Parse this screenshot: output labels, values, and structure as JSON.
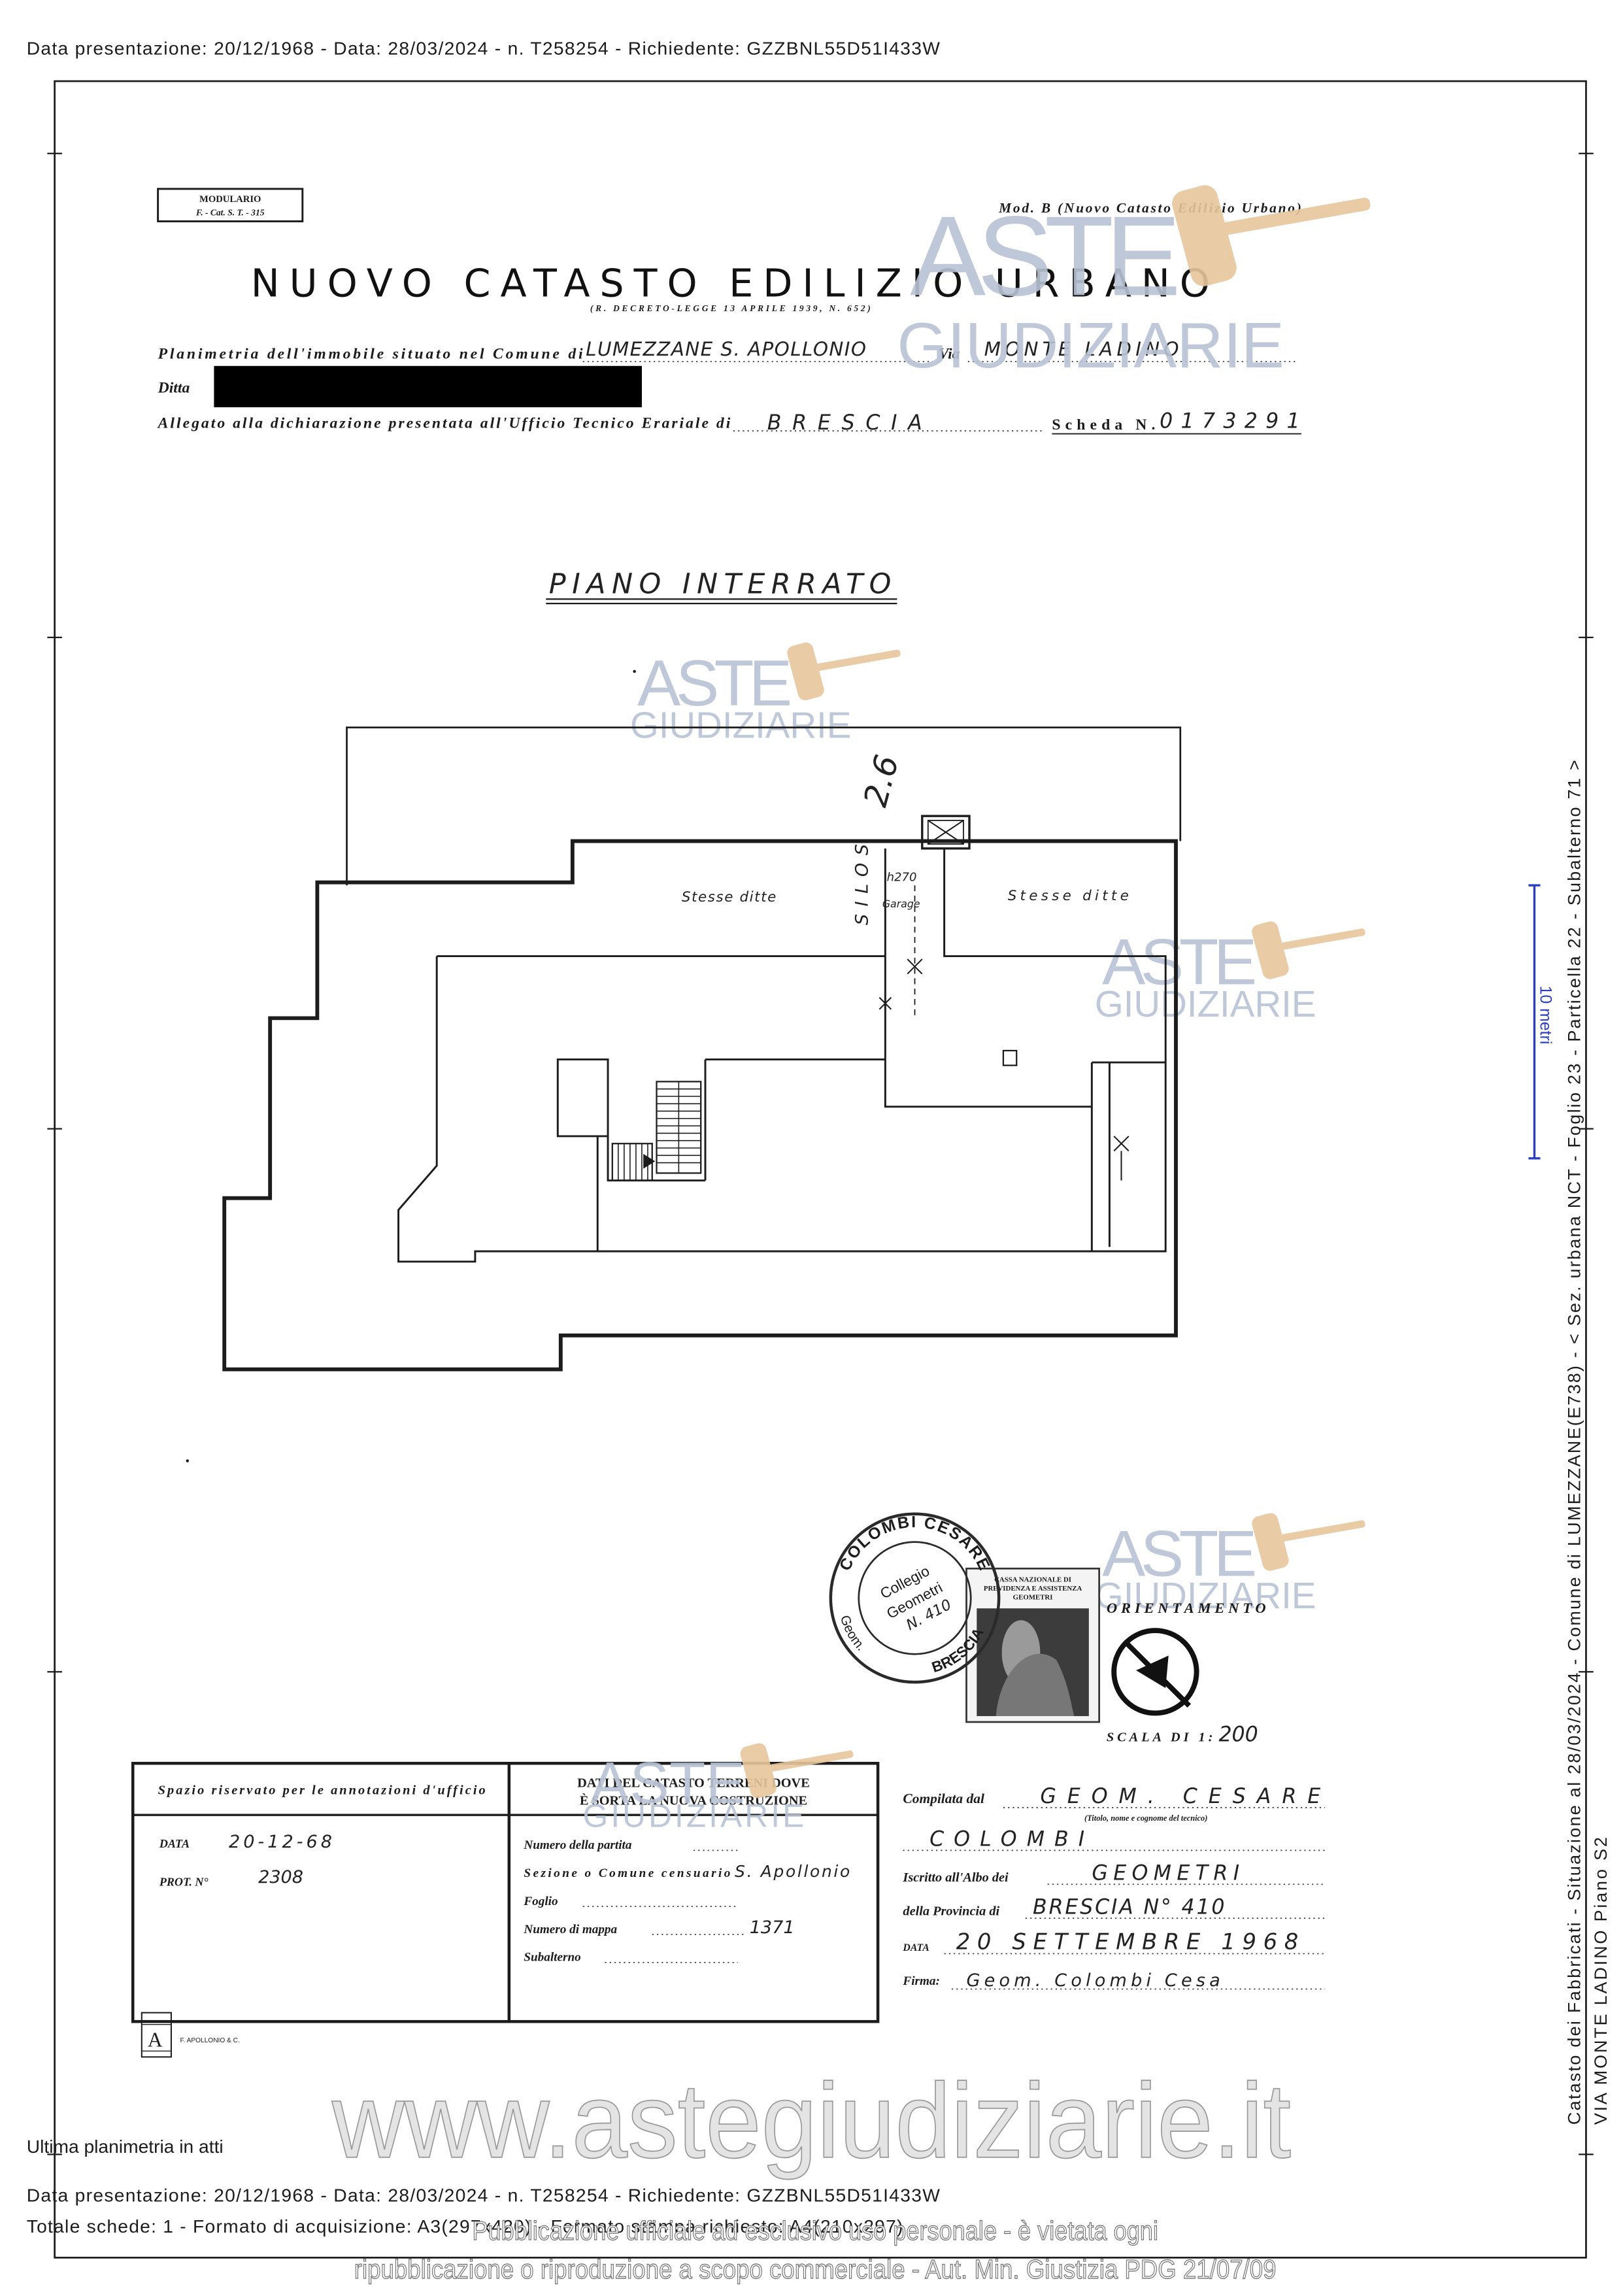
{
  "header": {
    "presentation_line": "Data presentazione: 20/12/1968 - Data: 28/03/2024 - n. T258254 - Richiedente: GZZBNL55D51I433W"
  },
  "form": {
    "modulario": "MODULARIO",
    "modulario_code": "F. - Cat. S. T. - 315",
    "model": "Mod. B (Nuovo Catasto Edilizio Urbano)",
    "title": "NUOVO CATASTO EDILIZIO URBANO",
    "decree": "(R. DECRETO-LEGGE 13 APRILE 1939, N. 652)",
    "planimetria_label": "Planimetria dell'immobile situato nel Comune di",
    "comune": "LUMEZZANE S. APOLLONIO",
    "via_label": "Via",
    "via": "MONTE LADINO",
    "ditta_label": "Ditta",
    "allegato_label": "Allegato alla dichiarazione presentata all'Ufficio Tecnico Erariale di",
    "ufficio": "BRESCIA",
    "scheda_label": "Scheda N.",
    "scheda_number": "0173291"
  },
  "plan": {
    "floor_title": "PIANO INTERRATO",
    "label_left": "Stesse ditte",
    "label_right": "Stesse ditte",
    "label_dimension": "2.6",
    "label_silos": "SILOS",
    "label_height": "h270",
    "label_garage": "Garage"
  },
  "stamp": {
    "ring_top": "COLOMBI CESARE",
    "ring_left": "Geom.",
    "ring_bottom": "BRESCIA",
    "center_line1": "Collegio",
    "center_line2": "Geometri",
    "center_line3": "N. 410",
    "tax_line1": "CASSA NAZIONALE DI",
    "tax_line2": "PREVIDENZA E ASSISTENZA",
    "tax_line3": "GEOMETRI"
  },
  "orientation": {
    "label": "ORIENTAMENTO",
    "scale_label": "SCALA DI 1:",
    "scale_value": "200"
  },
  "office": {
    "header": "Spazio riservato per le annotazioni d'ufficio",
    "date_label": "DATA",
    "date_value": "20-12-68",
    "prot_label": "PROT. N°",
    "prot_value": "2308"
  },
  "terreni": {
    "header_line1": "DATI DEL CATASTO TERRENI DOVE",
    "header_line2": "È SORTA LA NUOVA COSTRUZIONE",
    "rows": [
      {
        "label": "Numero della partita",
        "value": ""
      },
      {
        "label": "Sezione o Comune censuario",
        "value": "S. Apollonio"
      },
      {
        "label": "Foglio",
        "value": ""
      },
      {
        "label": "Numero di mappa",
        "value": "1371"
      },
      {
        "label": "Subalterno",
        "value": ""
      }
    ]
  },
  "technician": {
    "compiled_label": "Compilata dal",
    "compiled_value": "GEOM. CESARE",
    "name_value": "COLOMBI",
    "name_hint": "(Titolo, nome e cognome del tecnico)",
    "albo_label": "Iscritto all'Albo dei",
    "albo_value": "GEOMETRI",
    "province_label": "della Provincia di",
    "province_value": "BRESCIA N° 410",
    "date_label": "DATA",
    "date_value": "20 SETTEMBRE 1968",
    "signature_label": "Firma:",
    "signature_value": "Geom. Colombi Cesa"
  },
  "printer": {
    "name": "F. APOLLONIO & C."
  },
  "scale_bar": {
    "label": "10 metri"
  },
  "side_info": {
    "line1": "Catasto dei Fabbricati - Situazione al 28/03/2024 - Comune di LUMEZZANE(E738) - < Sez. urbana NCT - Foglio 23 - Particella 22 - Subalterno 71 >",
    "line2": "VIA MONTE LADINO Piano S2"
  },
  "footer": {
    "last_plan": "Ultima planimetria in atti",
    "presentation_line": "Data presentazione: 20/12/1968 - Data: 28/03/2024 - n. T258254 - Richiedente: GZZBNL55D51I433W",
    "format_line": "Totale schede: 1 - Formato di acquisizione: A3(297x420) - Formato stampa richiesto: A4(210x297)"
  },
  "watermark": {
    "brand_top": "ASTE",
    "brand_bottom": "GIUDIZIARIE",
    "site": "www.astegiudiziarie.it",
    "notice_line1": "Pubblicazione ufficiale ad esclusivo uso personale - è vietata ogni",
    "notice_line2": "ripubblicazione o riproduzione a scopo commerciale - Aut. Min. Giustizia PDG 21/07/09"
  },
  "colors": {
    "ink": "#1c1c1c",
    "watermark_text": "#b9c3d4",
    "watermark_gavel": "#e7c69d",
    "scale_bar": "#2b3fc0",
    "redaction": "#000000"
  }
}
